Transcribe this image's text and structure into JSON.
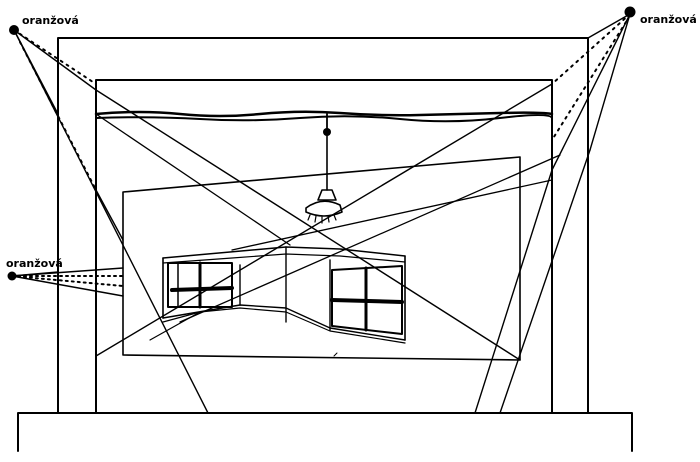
{
  "labels": {
    "top_left": "oranžová",
    "top_right": "oranžová",
    "left_middle": "oranžová"
  },
  "colors": {
    "ink": "#000000",
    "background": "#ffffff"
  }
}
